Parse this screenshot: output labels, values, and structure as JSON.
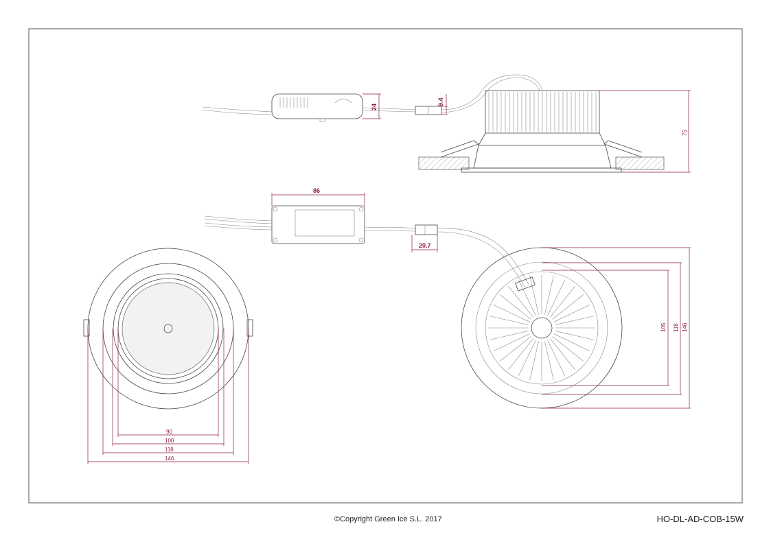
{
  "drawing": {
    "dimensions": {
      "driver_height": "24",
      "connector_height": "9.4",
      "fixture_height": "75",
      "driver_length": "86",
      "connector_length": "20.7",
      "front_d1": "90",
      "front_d2": "100",
      "front_d3": "118",
      "front_d4": "146",
      "back_d1": "105",
      "back_d2": "118",
      "back_d3": "146"
    }
  },
  "footer": {
    "copyright": "©Copyright Green Ice S.L. 2017",
    "model_code": "HO-DL-AD-COB-15W"
  }
}
